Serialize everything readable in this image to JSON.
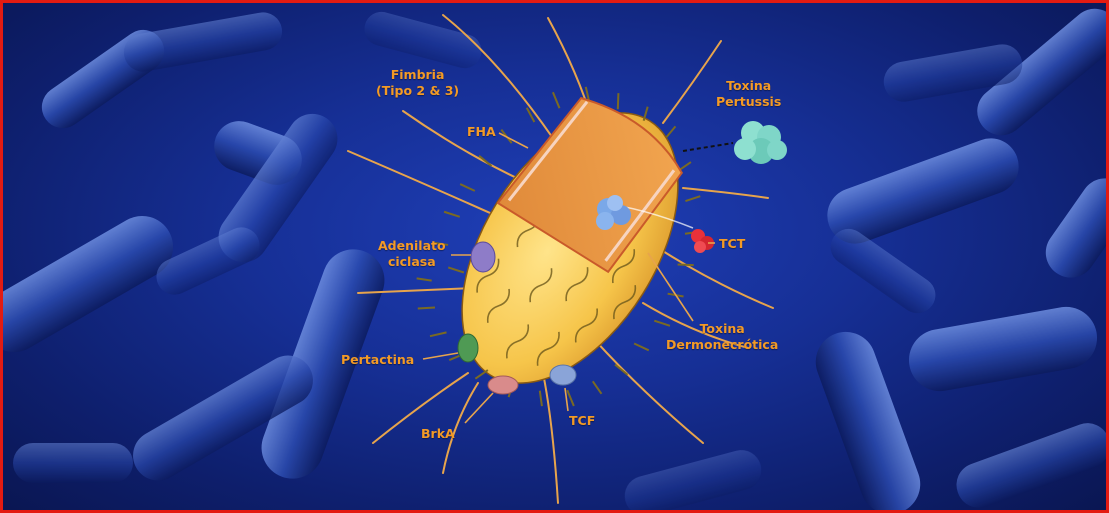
{
  "labels": {
    "fimbria": "Fimbria\n(Tipo 2 & 3)",
    "fha": "FHA",
    "toxina_pertussis": "Toxina\nPertussis",
    "adenilato": "Adenilato\nciclasa",
    "tct": "TCT",
    "toxina_dermo": "Toxina\nDermonecrótica",
    "pertactina": "Pertactina",
    "tcf": "TCF",
    "brka": "BrkA"
  },
  "colors": {
    "border": "#e31b12",
    "label": "#f39a25",
    "background": "#162f95",
    "bacterium_body": "#f6c54a",
    "toxin_pertussis": "#7fd6c8",
    "tct": "#e8313a"
  }
}
